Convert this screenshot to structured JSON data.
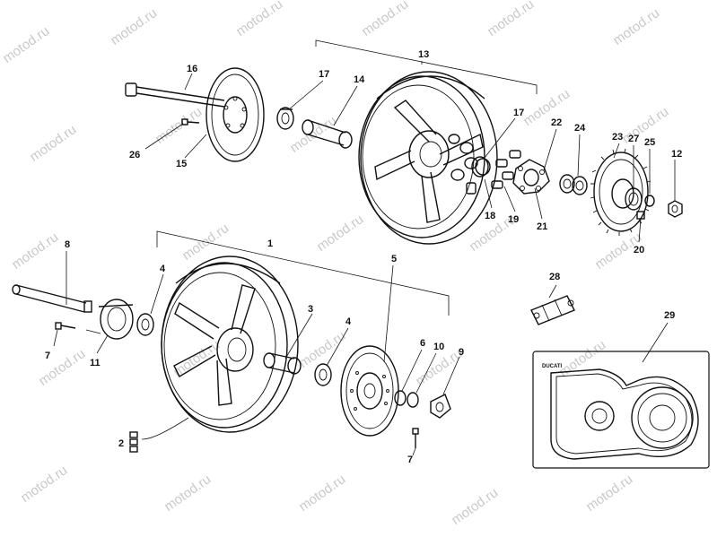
{
  "watermark": "motod.ru",
  "callouts": {
    "c1": "1",
    "c2": "2",
    "c3": "3",
    "c4a": "4",
    "c4b": "4",
    "c5": "5",
    "c6": "6",
    "c7a": "7",
    "c7b": "7",
    "c8": "8",
    "c9": "9",
    "c10": "10",
    "c11": "11",
    "c12": "12",
    "c13": "13",
    "c14": "14",
    "c15": "15",
    "c16": "16",
    "c17a": "17",
    "c17b": "17",
    "c18": "18",
    "c19": "19",
    "c20": "20",
    "c21": "21",
    "c22": "22",
    "c23": "23",
    "c24": "24",
    "c25": "25",
    "c26": "26",
    "c27": "27",
    "c28": "28",
    "c29": "29"
  },
  "inset": {
    "logo_text": "DUCATI"
  }
}
